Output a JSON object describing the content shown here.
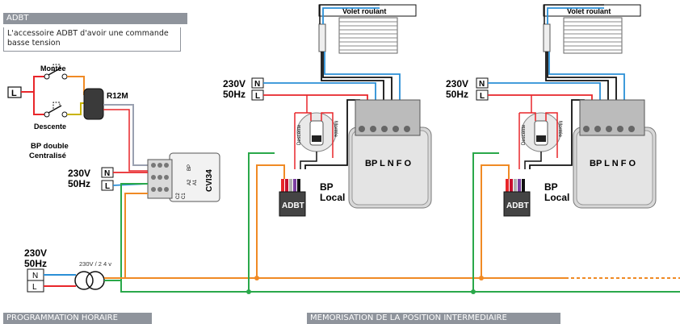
{
  "header": {
    "title": "ADBT"
  },
  "note": {
    "text": "L'accessoire ADBT d'avoir une commande basse tension"
  },
  "control": {
    "monter_label": "Montée",
    "descente_label": "Descente",
    "bp_label_1": "BP double",
    "bp_label_2": "Centralisé",
    "r12m_label": "R12M",
    "cvi_label": "CVI34",
    "cvi_pins": [
      "C2",
      "C1",
      "A2",
      "A1",
      "BP"
    ],
    "n_label": "N",
    "l_label": "L",
    "voltage": "230V",
    "freq": "50Hz",
    "l_left": "L"
  },
  "supply": {
    "voltage": "230V",
    "freq": "50Hz",
    "n_label": "N",
    "l_label": "L",
    "transformer_label": "230V / 2 4 v"
  },
  "units": [
    {
      "volet_label": "Volet roulant",
      "voltage": "230V",
      "freq": "50Hz",
      "n_label": "N",
      "l_label": "L",
      "switch_descente": "Descente",
      "switch_montee": "Montée",
      "adbt_label": "ADBT",
      "bp_local_1": "BP",
      "bp_local_2": "Local",
      "motor_label": "BP L N F O"
    },
    {
      "volet_label": "Volet roulant",
      "voltage": "230V",
      "freq": "50Hz",
      "n_label": "N",
      "l_label": "L",
      "switch_descente": "Descente",
      "switch_montee": "Montée",
      "adbt_label": "ADBT",
      "bp_local_1": "BP",
      "bp_local_2": "Local",
      "motor_label": "BP L N F O"
    }
  ],
  "footer": {
    "left_title": "PROGRAMMATION HORAIRE",
    "right_title": "MEMORISATION DE LA POSITION INTERMEDIAIRE"
  },
  "colors": {
    "red": "#e8262a",
    "blue": "#2a8fd6",
    "green": "#2aa84a",
    "orange": "#f08a24",
    "black": "#111111",
    "grey": "#8f949c"
  }
}
